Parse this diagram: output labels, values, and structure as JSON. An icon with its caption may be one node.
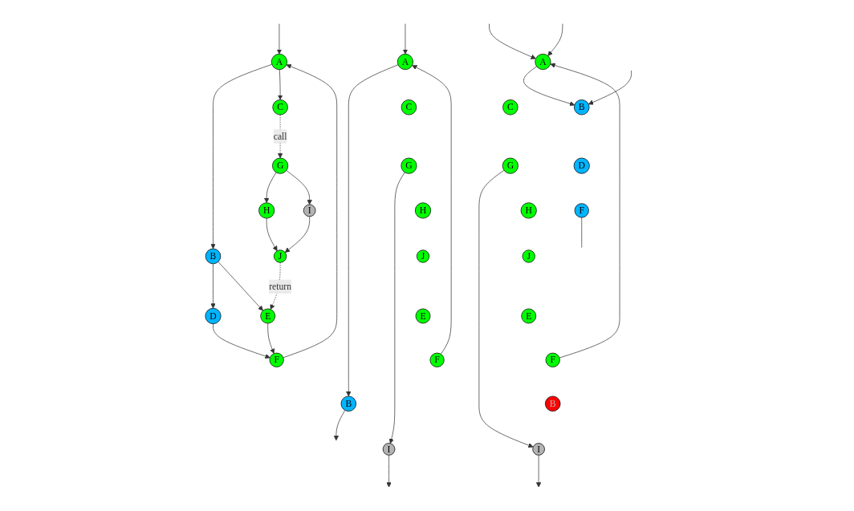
{
  "diagram": {
    "nodes": [
      {
        "text": [
          "A"
        ]
      },
      {
        "text": [
          "B"
        ]
      },
      {
        "text": [
          "C"
        ]
      },
      {
        "text": [
          "G"
        ]
      },
      {
        "text": [
          "D"
        ]
      },
      {
        "text": [
          "E"
        ]
      },
      {
        "text": [
          "H"
        ]
      },
      {
        "text": [
          "I"
        ]
      },
      {
        "text": [
          "F"
        ]
      },
      {
        "text": [
          "J"
        ]
      },
      {
        "text": [
          "A"
        ]
      },
      {
        "text": [
          "C"
        ]
      },
      {
        "text": [
          "G"
        ]
      },
      {
        "text": [
          "H"
        ]
      },
      {
        "text": [
          "J"
        ]
      },
      {
        "text": [
          "E"
        ]
      },
      {
        "text": [
          "F"
        ]
      },
      {
        "text": [
          "B"
        ]
      },
      {
        "text": [
          "I"
        ]
      },
      {
        "text": [
          "A"
        ]
      },
      {
        "text": [
          "C"
        ]
      },
      {
        "text": [
          "B"
        ]
      },
      {
        "text": [
          "G"
        ]
      },
      {
        "text": [
          "D"
        ]
      },
      {
        "text": [
          "H"
        ]
      },
      {
        "text": [
          "F"
        ]
      },
      {
        "text": [
          "J"
        ]
      },
      {
        "text": [
          "E"
        ]
      },
      {
        "text": [
          "F"
        ]
      },
      {
        "text": [
          "B"
        ]
      },
      {
        "text": [
          "I"
        ]
      }
    ],
    "edges": [
      {
        "from": null,
        "to": 0,
        "arrow": "to"
      },
      {
        "from": 0,
        "to": 1,
        "arrow": "to"
      },
      {
        "from": 0,
        "to": 2,
        "arrow": "to"
      },
      {
        "from": 2,
        "to": 3,
        "arrow": "to",
        "label": "call",
        "style": "dashed"
      },
      {
        "from": 1,
        "to": 4,
        "arrow": "to"
      },
      {
        "from": 1,
        "to": 5,
        "arrow": "to"
      },
      {
        "from": 3,
        "to": 6,
        "arrow": "to"
      },
      {
        "from": 3,
        "to": 7,
        "arrow": "to"
      },
      {
        "from": 4,
        "to": 8,
        "arrow": "to"
      },
      {
        "from": 5,
        "to": 8,
        "arrow": "to"
      },
      {
        "from": 6,
        "to": 9,
        "arrow": "to"
      },
      {
        "from": 7,
        "to": 9,
        "arrow": "to"
      },
      {
        "from": 9,
        "to": 5,
        "arrow": "to",
        "label": "return",
        "style": "dashed"
      },
      {
        "from": 8,
        "to": 0,
        "arrow": "to"
      },
      {
        "from": null,
        "to": 10,
        "arrow": "to"
      },
      {
        "from": 16,
        "to": 10,
        "arrow": "to"
      },
      {
        "from": 10,
        "to": 17,
        "arrow": "to"
      },
      {
        "from": 12,
        "to": 18,
        "arrow": "to"
      },
      {
        "from": 17,
        "to": null,
        "arrow": "to"
      },
      {
        "from": 18,
        "to": null,
        "arrow": "to"
      },
      {
        "from": null,
        "to": 19,
        "arrow": "to"
      },
      {
        "from": 28,
        "to": 19,
        "arrow": "to"
      },
      {
        "from": null,
        "to": 19,
        "arrow": "to"
      },
      {
        "from": 19,
        "to": 21,
        "arrow": "to"
      },
      {
        "from": null,
        "to": 21,
        "arrow": "to"
      },
      {
        "from": 22,
        "to": 30,
        "arrow": "to"
      },
      {
        "from": 30,
        "to": null,
        "arrow": "to"
      },
      {
        "from": 25,
        "to": null,
        "arrow": "none"
      }
    ]
  }
}
